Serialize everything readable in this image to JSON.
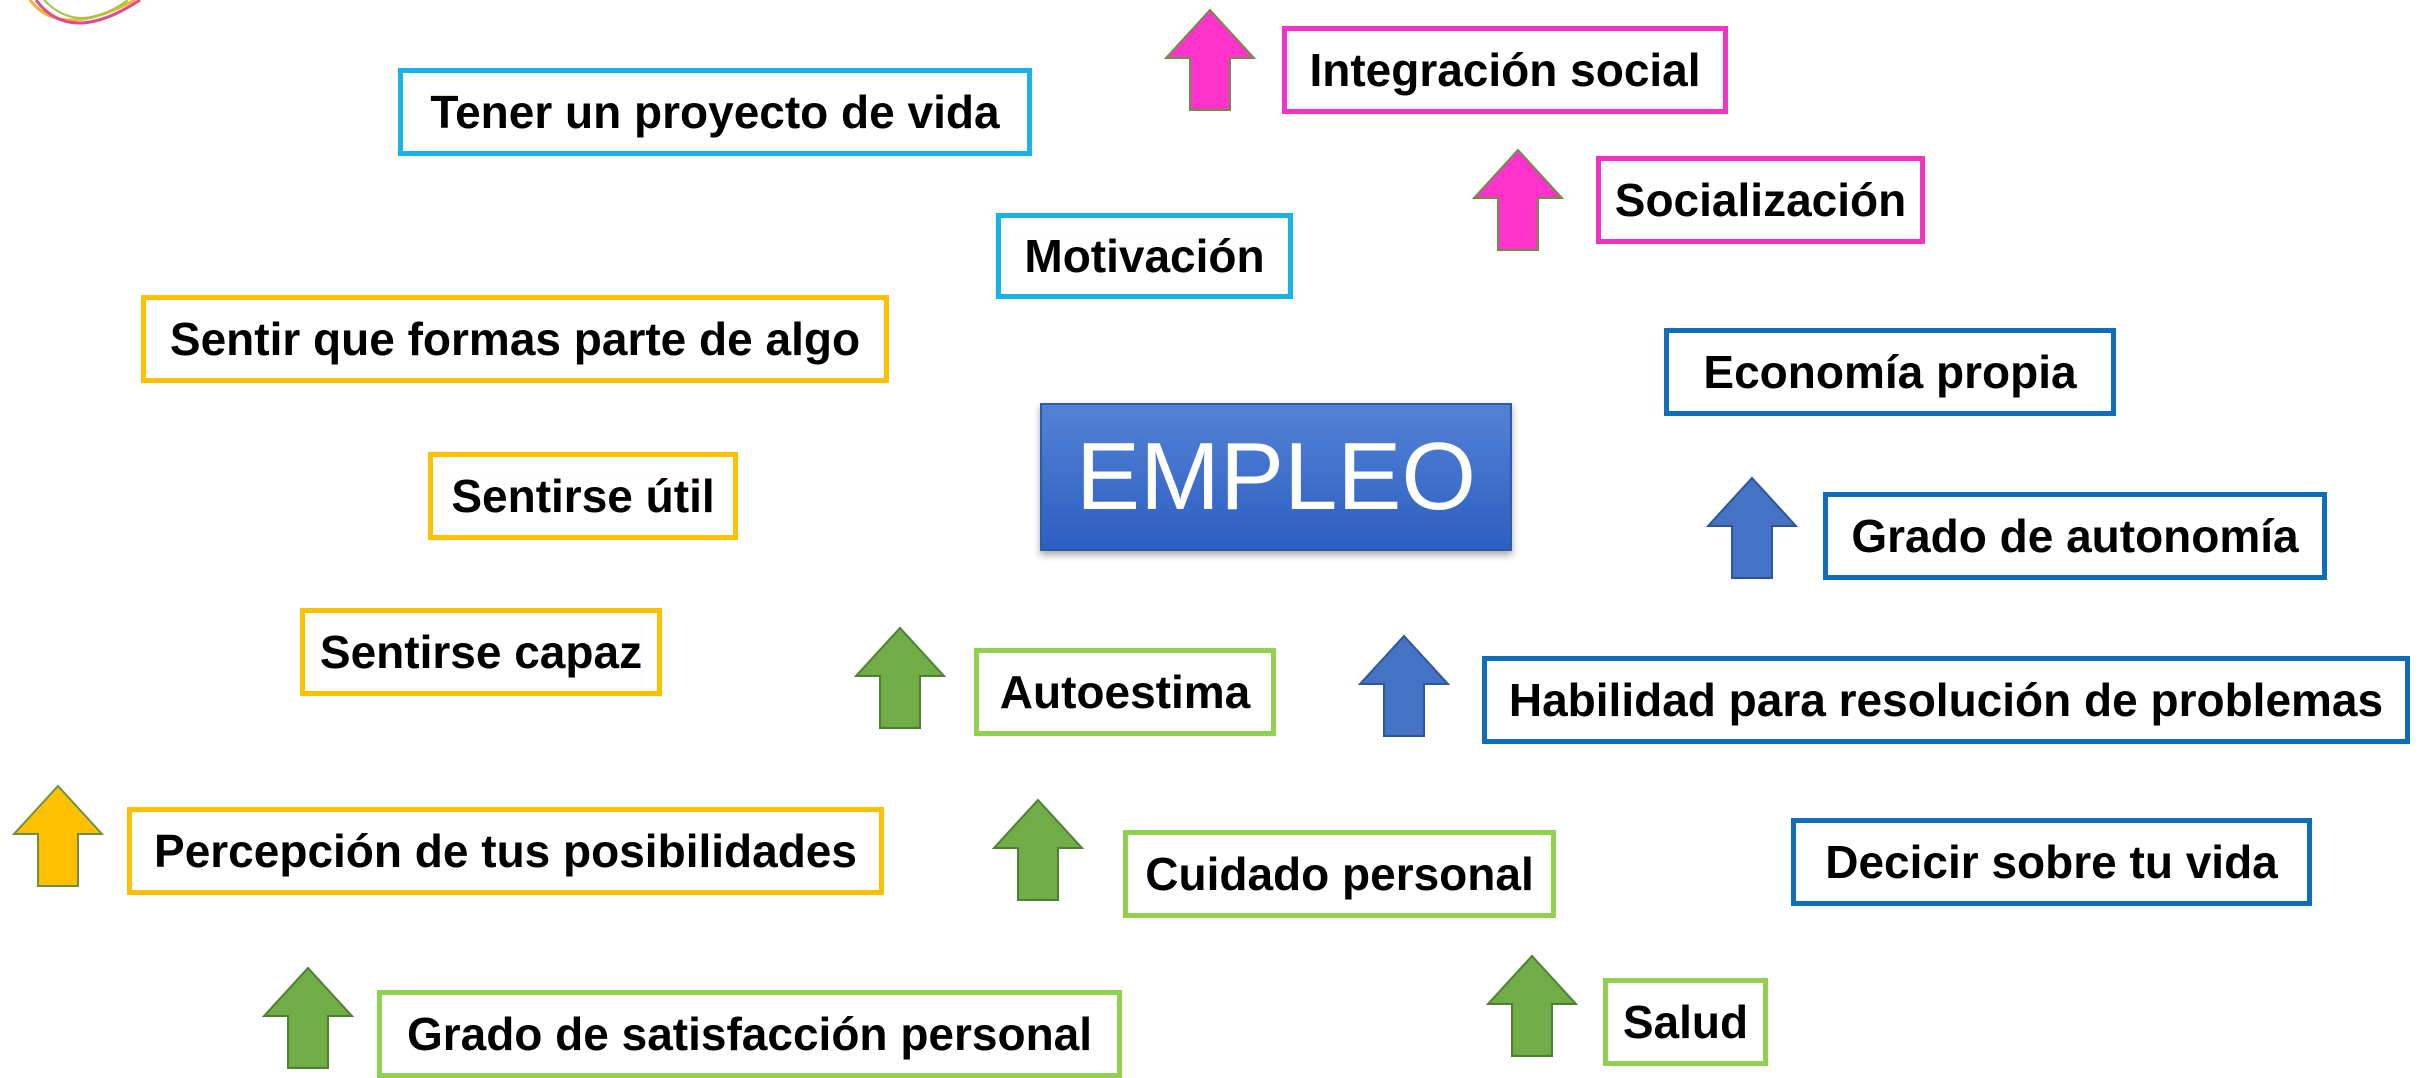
{
  "center": {
    "label": "EMPLEO"
  },
  "colors": {
    "cyan": "#1AB3E8",
    "yellow": "#FFC000",
    "green": "#92D050",
    "blue": "#0F6DB9",
    "pink": "#F233C6",
    "arrow_green": "#70AD47",
    "arrow_blue": "#4472C4",
    "arrow_pink": "#FF33CC",
    "arrow_yellow": "#FFC000",
    "central_fill": "#4472C4"
  },
  "boxes": {
    "tener_proyecto": "Tener un proyecto de vida",
    "motivacion": "Motivación",
    "integracion_social": "Integración social",
    "socializacion": "Socialización",
    "sentir_parte": "Sentir que formas parte de algo",
    "economia_propia": "Economía propia",
    "sentirse_util": "Sentirse útil",
    "grado_autonomia": "Grado de autonomía",
    "sentirse_capaz": "Sentirse capaz",
    "autoestima": "Autoestima",
    "habilidad_problemas": "Habilidad para resolución de problemas",
    "percepcion": "Percepción de tus posibilidades",
    "cuidado_personal": "Cuidado personal",
    "decicir_vida": "Decicir sobre tu vida",
    "grado_satisfaccion": "Grado de satisfacción personal",
    "salud": "Salud"
  },
  "arrows": [
    {
      "target": "integracion_social",
      "color": "pink",
      "direction": "up"
    },
    {
      "target": "socializacion",
      "color": "pink",
      "direction": "up"
    },
    {
      "target": "grado_autonomia",
      "color": "blue",
      "direction": "up"
    },
    {
      "target": "habilidad_problemas",
      "color": "blue",
      "direction": "up"
    },
    {
      "target": "autoestima",
      "color": "green",
      "direction": "up"
    },
    {
      "target": "percepcion",
      "color": "yellow",
      "direction": "up"
    },
    {
      "target": "cuidado_personal",
      "color": "green",
      "direction": "up"
    },
    {
      "target": "grado_satisfaccion",
      "color": "green",
      "direction": "up"
    },
    {
      "target": "salud",
      "color": "green",
      "direction": "up"
    }
  ]
}
